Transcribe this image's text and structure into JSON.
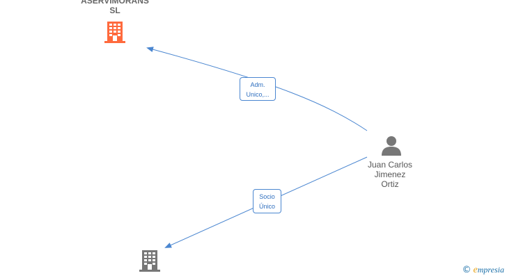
{
  "nodes": {
    "company_top": {
      "name": "ASERVIMORANS\nSL",
      "color": "#ff6a3d"
    },
    "person": {
      "name": "Juan Carlos\nJimenez\nOrtiz",
      "color": "#777777"
    },
    "company_bottom": {
      "name": "",
      "color": "#777777"
    }
  },
  "edges": [
    {
      "label": "Adm.\nUnico,...",
      "from": "person",
      "to": "company_top"
    },
    {
      "label": "Socio\nÚnico",
      "from": "person",
      "to": "company_bottom"
    }
  ],
  "colors": {
    "edge": "#4a86d0",
    "label_text": "#2f6fbf"
  },
  "watermark": {
    "copyright": "©",
    "brand_first": "e",
    "brand_rest": "mpresia"
  }
}
